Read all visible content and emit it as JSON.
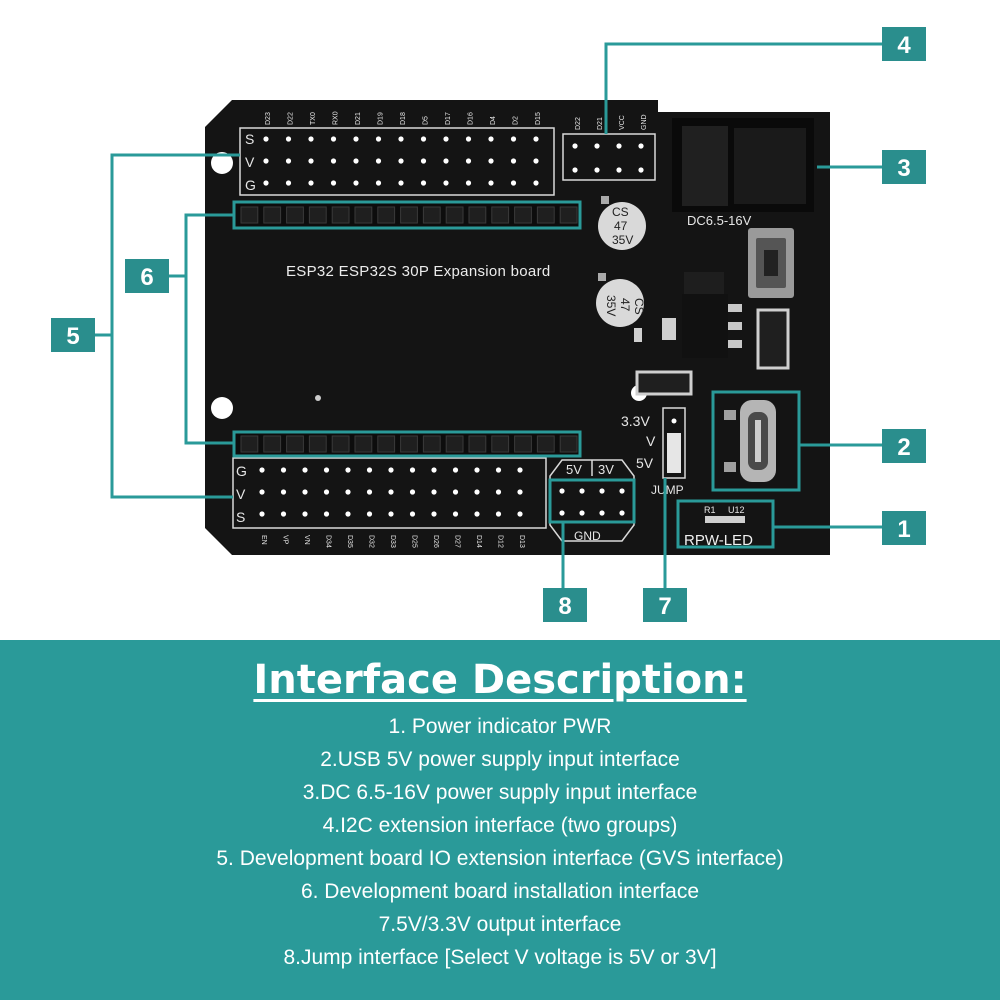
{
  "board": {
    "title": "ESP32 ESP32S 30P Expansion board",
    "top_row_letters": [
      "S",
      "V",
      "G"
    ],
    "bottom_row_letters": [
      "G",
      "V",
      "S"
    ],
    "top_pins": [
      "D23",
      "D22",
      "TX0",
      "RX0",
      "D21",
      "D19",
      "D18",
      "D5",
      "D17",
      "D16",
      "D4",
      "D2",
      "D15"
    ],
    "bottom_pins": [
      "EN",
      "VP",
      "VN",
      "D34",
      "D35",
      "D32",
      "D33",
      "D25",
      "D26",
      "D27",
      "D14",
      "D12",
      "D13"
    ],
    "i2c_pins": [
      "D22",
      "D21",
      "VCC",
      "GND"
    ],
    "dc_label": "DC6.5-16V",
    "cap_lines": [
      "CS",
      "47",
      "35V"
    ],
    "jump_labels": [
      "3.3V",
      "V",
      "5V"
    ],
    "jump_label": "JUMP",
    "out_5v": "5V",
    "out_3v": "3V",
    "gnd_label": "GND",
    "r1_label": "R1",
    "u12_label": "U12",
    "led_label": "RPW-LED"
  },
  "callouts": [
    "1",
    "2",
    "3",
    "4",
    "5",
    "6",
    "7",
    "8"
  ],
  "colors": {
    "teal": "#2a9a99",
    "board": "#141414",
    "callout_bg": "#2a8e8d"
  },
  "description": {
    "title": "Interface Description:",
    "items": [
      "1. Power indicator PWR",
      "2.USB 5V power supply input interface",
      "3.DC 6.5-16V power supply input interface",
      "4.I2C extension interface (two groups)",
      "5. Development board IO extension interface (GVS interface)",
      "6. Development board installation interface",
      "7.5V/3.3V output interface",
      "8.Jump interface [Select V voltage is 5V or 3V]"
    ]
  }
}
